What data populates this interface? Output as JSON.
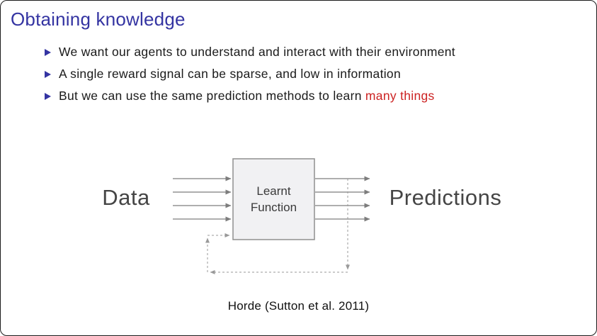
{
  "slide": {
    "title": "Obtaining knowledge",
    "bullets": [
      {
        "text": "We want our agents to understand and interact with their environment"
      },
      {
        "text": "A single reward signal can be sparse, and low in information"
      },
      {
        "text": "But we can use the same prediction methods to learn ",
        "highlight": "many things"
      }
    ],
    "caption": "Horde (Sutton et al. 2011)"
  },
  "diagram": {
    "input_label": "Data",
    "box_label_line1": "Learnt",
    "box_label_line2": "Function",
    "output_label": "Predictions",
    "input_arrow_count": 4,
    "output_arrow_count": 4,
    "feedback_loop_style": "dashed"
  },
  "icons": {
    "bullet": "triangle-right"
  },
  "colors": {
    "title": "#3434a2",
    "bullet_marker": "#3434a2",
    "alert_text": "#cc2222",
    "body_text": "#1a1a1a",
    "arrow": "#7d7d7d",
    "dashed_arrow": "#999999",
    "box_fill": "#f1f1f3",
    "box_border": "#8f8f8f",
    "diagram_text": "#454545",
    "slide_border": "#1c1c1c"
  }
}
